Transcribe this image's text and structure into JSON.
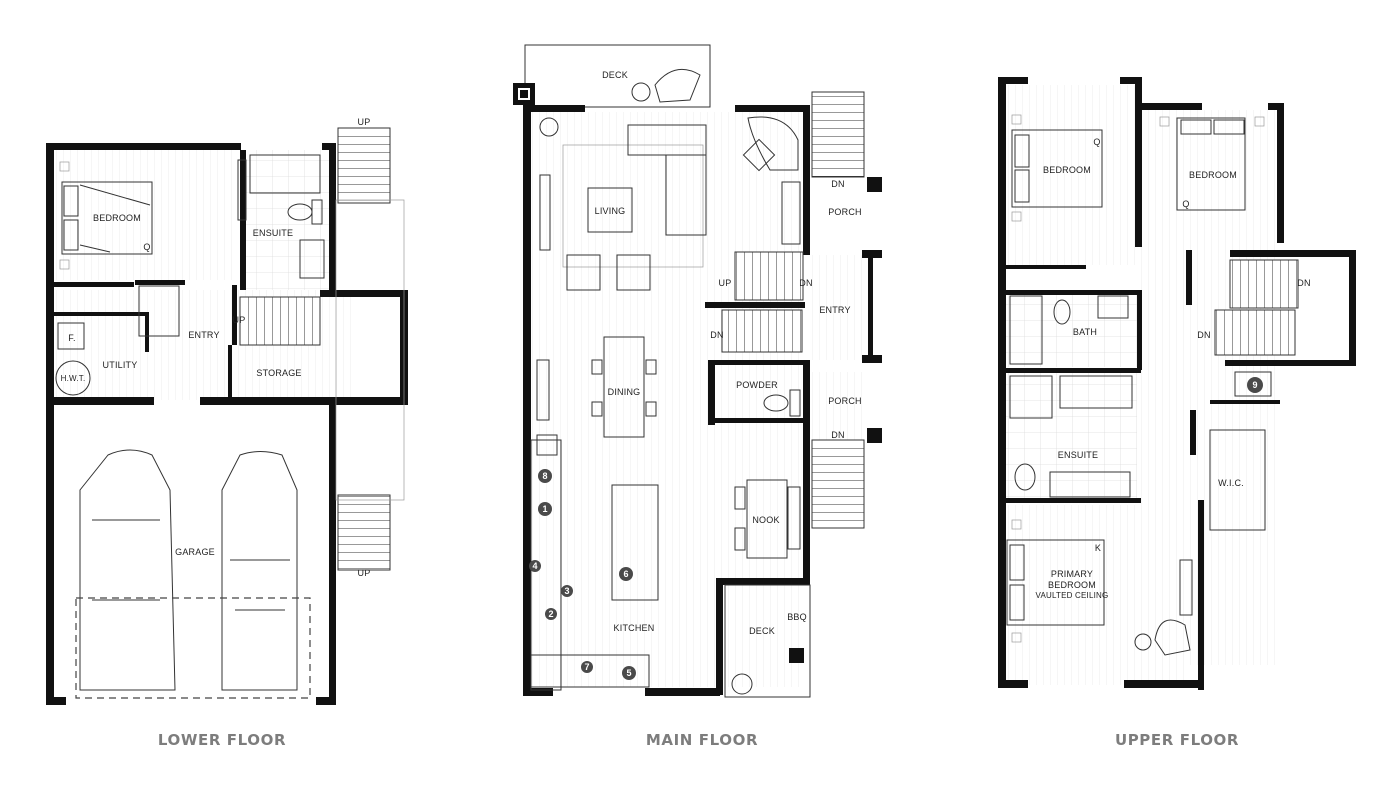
{
  "floors": {
    "lower": {
      "caption": "LOWER FLOOR",
      "rooms": {
        "bedroom": "BEDROOM",
        "ensuite": "ENSUITE",
        "entry": "ENTRY",
        "utility": "UTILITY",
        "furnace": "F.",
        "hwt": "H.W.T.",
        "storage": "STORAGE",
        "garage": "GARAGE"
      },
      "bed_marker": "Q",
      "stair_labels": {
        "top": "UP",
        "bottom": "UP",
        "interior": "UP"
      }
    },
    "main": {
      "caption": "MAIN FLOOR",
      "rooms": {
        "deck_top": "DECK",
        "living": "LIVING",
        "dining": "DINING",
        "kitchen": "KITCHEN",
        "nook": "NOOK",
        "porch_top": "PORCH",
        "porch_bottom": "PORCH",
        "entry": "ENTRY",
        "powder": "POWDER",
        "deck_bottom": "DECK",
        "bbq": "BBQ"
      },
      "stair_labels": {
        "porch_top": "DN",
        "porch_bottom": "DN",
        "up": "UP",
        "dn_right": "DN",
        "dn_left": "DN"
      },
      "appliance_tags": [
        "1",
        "2",
        "3",
        "4",
        "5",
        "6",
        "7",
        "8"
      ]
    },
    "upper": {
      "caption": "UPPER FLOOR",
      "rooms": {
        "bedroom_left": "BEDROOM",
        "bedroom_right": "BEDROOM",
        "bath": "BATH",
        "ensuite": "ENSUITE",
        "wic": "W.I.C.",
        "primary_line1": "PRIMARY",
        "primary_line2": "BEDROOM",
        "primary_line3": "VAULTED CEILING"
      },
      "bed_markers": {
        "left": "Q",
        "right": "Q",
        "primary": "K"
      },
      "stair_labels": {
        "dn_right": "DN",
        "dn_left": "DN"
      },
      "appliance_tags": [
        "9"
      ]
    }
  }
}
